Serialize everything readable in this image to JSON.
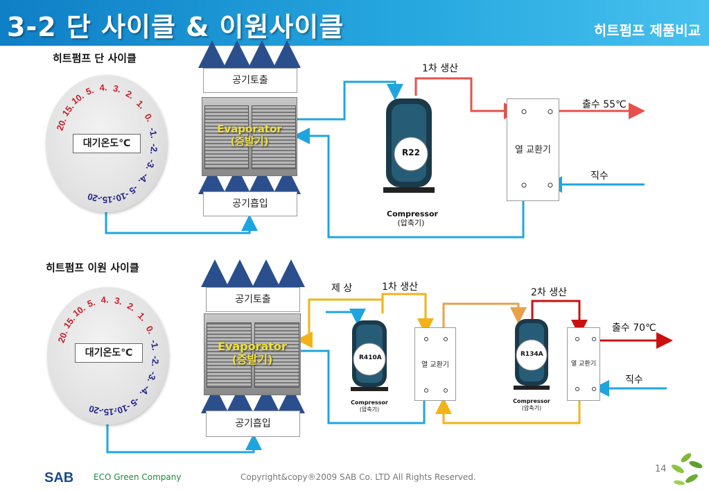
{
  "header": {
    "title": "3-2 단 사이클 & 이원사이클",
    "subtitle": "히트펌프 제품비교"
  },
  "single_cycle": {
    "heading": "히트펌프 단 사이클",
    "dial_label": "대기온도℃",
    "dial_values": [
      "20.",
      "15.",
      "10.",
      "5.",
      "4.",
      "3.",
      "2.",
      "1.",
      "0.",
      "-1.",
      "-2.",
      "-3.",
      "-4.",
      "-5",
      "-10.",
      "-15.",
      "-20"
    ],
    "air_out": "공기토출",
    "air_in": "공기흡입",
    "evaporator": [
      "Evaporator",
      "(증발기)"
    ],
    "production": "1차 생산",
    "refrigerant": "R22",
    "compressor": [
      "Compressor",
      "(압축기)"
    ],
    "heat_exchanger": "열 교환기",
    "outlet": "출수 55℃",
    "inlet": "직수"
  },
  "cascade_cycle": {
    "heading": "히트펌프 이원 사이클",
    "dial_label": "대기온도℃",
    "dial_values": [
      "20.",
      "15.",
      "10.",
      "5.",
      "4.",
      "3.",
      "2.",
      "1.",
      "0.",
      "-1.",
      "-2.",
      "-3.",
      "-4.",
      "-5",
      "-10.",
      "-15.",
      "-20"
    ],
    "air_out": "공기토출",
    "air_in": "공기흡입",
    "evaporator": [
      "Evaporator",
      "(증발기)"
    ],
    "defrost": "제 상",
    "production_1": "1차 생산",
    "production_2": "2차 생산",
    "refrigerant_1": "R410A",
    "refrigerant_2": "R134A",
    "compressor": [
      "Compressor",
      "(압축기)"
    ],
    "heat_exchanger": "열 교환기",
    "outlet": "출수 70℃",
    "inlet": "직수"
  },
  "colors": {
    "blue": "#1ea5e0",
    "red": "#e8504a",
    "yellow": "#f2b318",
    "orange": "#e9a04a",
    "dark_red": "#cc1010"
  },
  "footer": {
    "logo": "SAB",
    "tagline": "ECO Green Company",
    "copyright": "Copyright&copy®2009 SAB Co. LTD All Rights Reserved.",
    "page": "14"
  }
}
